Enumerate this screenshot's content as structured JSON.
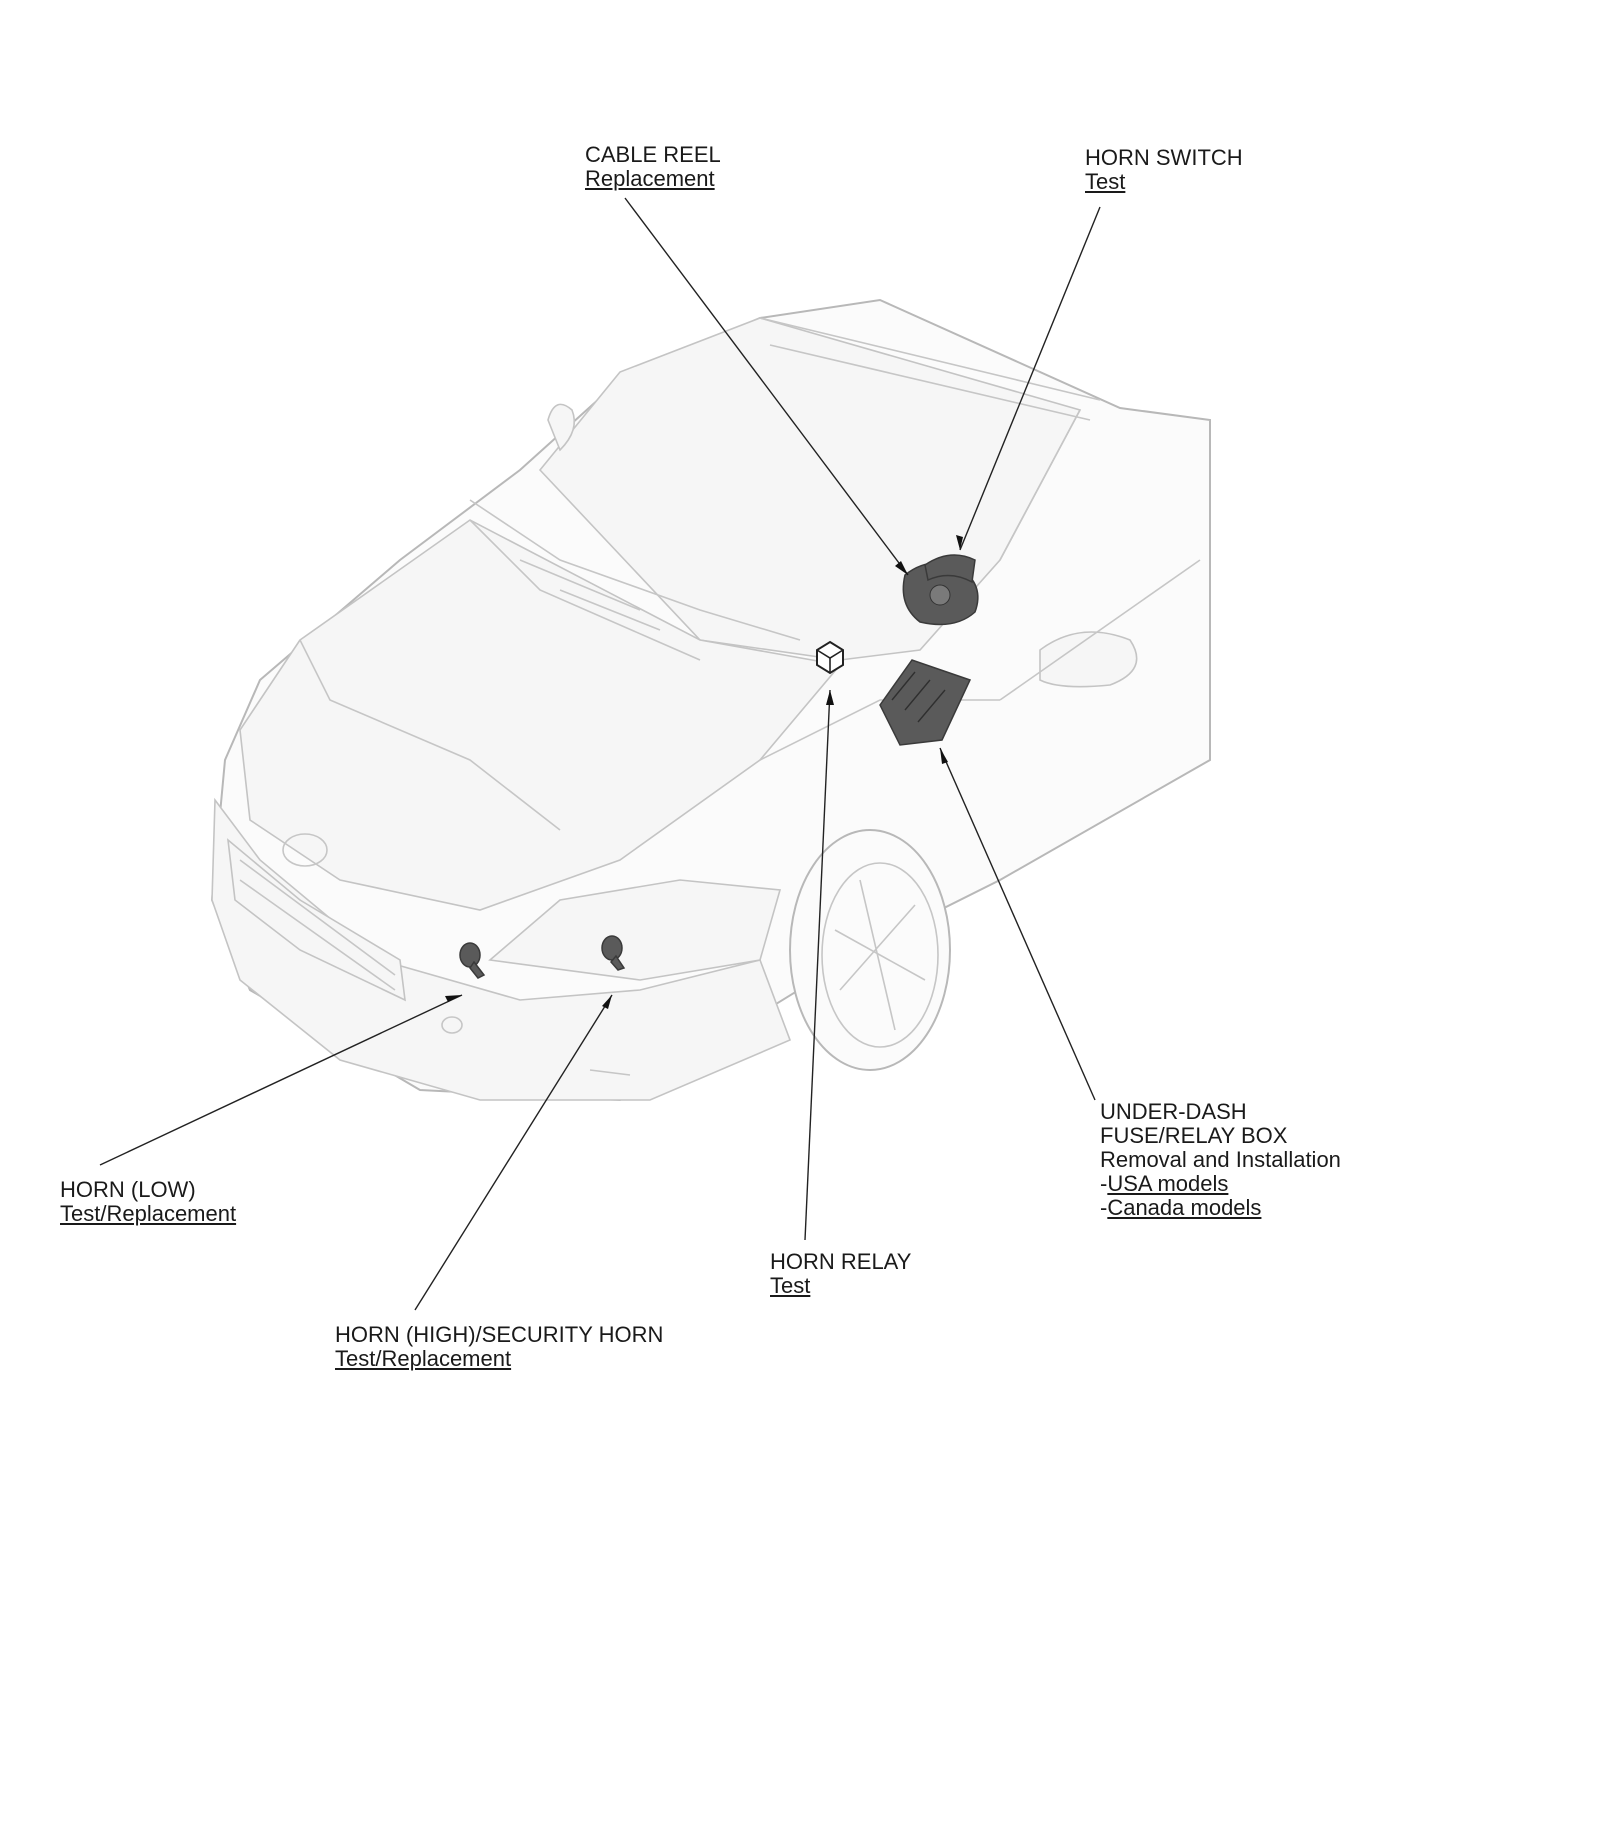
{
  "callouts": {
    "cable_reel": {
      "title": "CABLE REEL",
      "link": "Replacement"
    },
    "horn_switch": {
      "title": "HORN SWITCH",
      "link": "Test"
    },
    "under_dash": {
      "title_line1": "UNDER-DASH",
      "title_line2": "FUSE/RELAY BOX",
      "subtitle": "Removal and Installation",
      "prefix": "-",
      "link_usa": "USA models",
      "link_canada": "Canada models"
    },
    "horn_low": {
      "title": "HORN (LOW)",
      "link": "Test/Replacement"
    },
    "horn_relay": {
      "title": "HORN RELAY",
      "link": "Test"
    },
    "horn_high": {
      "title": "HORN (HIGH)/SECURITY HORN",
      "link": "Test/Replacement"
    }
  },
  "components": [
    {
      "name": "cable-reel",
      "shade": "#5a5a5a"
    },
    {
      "name": "horn-switch",
      "shade": "#5a5a5a"
    },
    {
      "name": "under-dash-fuse-relay-box",
      "shade": "#4e4e4e"
    },
    {
      "name": "horn-low",
      "shade": "#4a4a4a"
    },
    {
      "name": "horn-high",
      "shade": "#4a4a4a"
    },
    {
      "name": "horn-relay-location-marker",
      "shade": "#ffffff"
    }
  ]
}
